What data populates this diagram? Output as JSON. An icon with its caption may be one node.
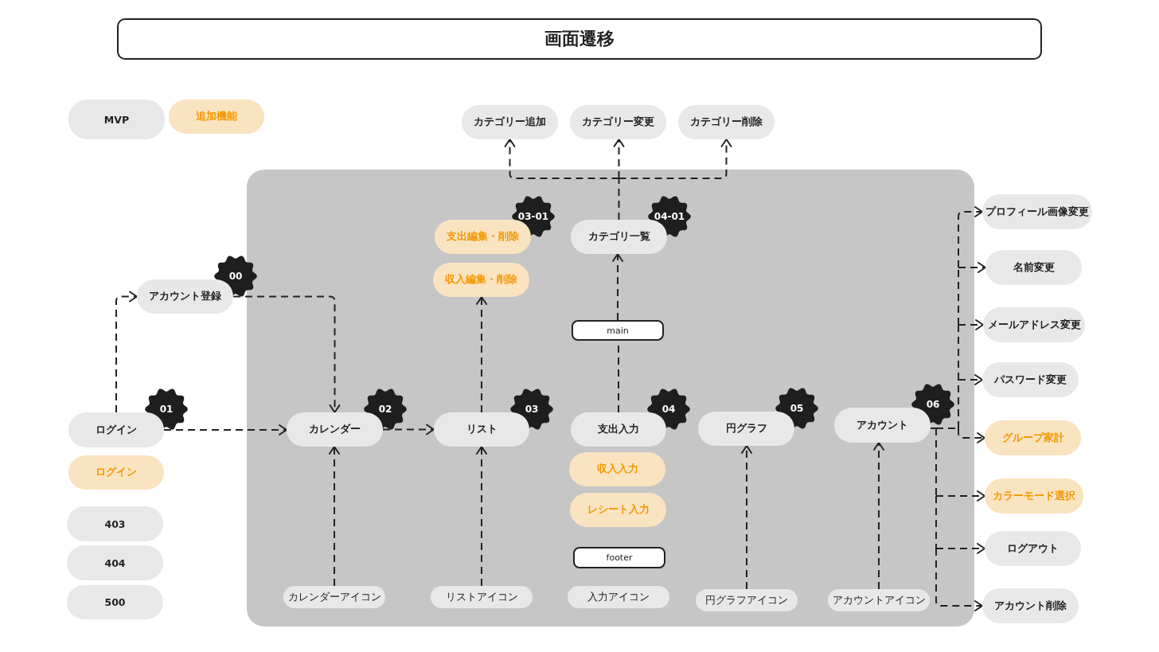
{
  "diagram": {
    "title": "画面遷移",
    "nodes": [
      {
        "text": [
          "カテゴリー追加"
        ]
      },
      {
        "text": [
          "カテゴリー変更"
        ]
      },
      {
        "text": [
          "カテゴリー削除"
        ]
      },
      {
        "text": [],
        "shape": "box"
      },
      {
        "text": [
          "プロフィール画像変更"
        ]
      },
      {
        "text": [
          "支出編集・削除"
        ],
        "in": 3,
        "beside": [
          "03-01"
        ]
      },
      {
        "text": [
          "カテゴリ一覧"
        ],
        "in": 3,
        "beside": [
          "04-01"
        ]
      },
      {
        "text": [
          "名前変更"
        ]
      },
      {
        "text": [
          "収入編集・削除"
        ],
        "in": 3
      },
      {
        "text": [
          "アカウント登録"
        ],
        "beside": [
          "00"
        ]
      },
      {
        "text": [
          "メールアドレス変更"
        ]
      },
      {
        "text": [
          "main"
        ],
        "in": 3
      },
      {
        "text": [
          "パスワード変更"
        ]
      },
      {
        "text": [
          "アカウント"
        ],
        "in": 3,
        "beside": [
          "06"
        ]
      },
      {
        "text": [
          "ログイン"
        ],
        "beside": [
          "01"
        ]
      },
      {
        "text": [
          "カレンダー"
        ],
        "in": 3,
        "beside": [
          "02"
        ]
      },
      {
        "text": [
          "リスト"
        ],
        "in": 3,
        "beside": [
          "03"
        ]
      },
      {
        "text": [
          "支出入力"
        ],
        "in": 3,
        "beside": [
          "04"
        ]
      },
      {
        "text": [
          "円グラフ"
        ],
        "in": 3,
        "beside": [
          "05"
        ]
      },
      {
        "text": [
          "グループ家計"
        ]
      },
      {
        "text": [
          "収入入力"
        ],
        "in": 3
      },
      {
        "text": [
          "ログイン"
        ]
      },
      {
        "text": [
          "カラーモード選択"
        ]
      },
      {
        "text": [
          "レシート入力"
        ],
        "in": 3
      },
      {
        "text": [
          "403"
        ]
      },
      {
        "text": [
          "ログアウト"
        ]
      },
      {
        "text": [
          "footer"
        ],
        "in": 3
      },
      {
        "text": [
          "404"
        ]
      },
      {
        "text": [
          "500"
        ]
      },
      {
        "text": [
          "カレンダーアイコン"
        ],
        "in": 3
      },
      {
        "text": [
          "リストアイコン"
        ],
        "in": 3
      },
      {
        "text": [
          "入力アイコン"
        ],
        "in": 3
      },
      {
        "text": [
          "アカウント削除"
        ]
      },
      {
        "text": [
          "円グラフアイコン"
        ],
        "in": 3
      },
      {
        "text": [
          "アカウントアイコン"
        ],
        "in": 3
      }
    ],
    "edges": [
      {
        "from": 14,
        "to": 9,
        "arrow": "to",
        "style": "dashed"
      },
      {
        "from": 9,
        "to": 15,
        "arrow": "to",
        "style": "dashed"
      },
      {
        "from": 14,
        "to": 15,
        "arrow": "to",
        "style": "dashed"
      },
      {
        "from": 15,
        "to": 16,
        "arrow": "to",
        "style": "dashed"
      },
      {
        "from": 16,
        "to": 8,
        "arrow": "to",
        "style": "dashed"
      },
      {
        "from": 17,
        "to": 11,
        "arrow": "none",
        "style": "dashed"
      },
      {
        "from": 11,
        "to": 6,
        "arrow": "to",
        "style": "dashed"
      },
      {
        "from": 6,
        "to": 0,
        "arrow": "to",
        "style": "dashed"
      },
      {
        "from": 6,
        "to": 1,
        "arrow": "to",
        "style": "dashed"
      },
      {
        "from": 6,
        "to": 2,
        "arrow": "to",
        "style": "dashed"
      },
      {
        "from": 29,
        "to": 15,
        "arrow": "to",
        "style": "dashed"
      },
      {
        "from": 30,
        "to": 16,
        "arrow": "to",
        "style": "dashed"
      },
      {
        "from": 33,
        "to": 18,
        "arrow": "to",
        "style": "dashed"
      },
      {
        "from": 34,
        "to": 13,
        "arrow": "to",
        "style": "dashed"
      },
      {
        "from": 13,
        "to": 4,
        "arrow": "to",
        "style": "dashed"
      },
      {
        "from": 13,
        "to": 7,
        "arrow": "to",
        "style": "dashed"
      },
      {
        "from": 13,
        "to": 10,
        "arrow": "to",
        "style": "dashed"
      },
      {
        "from": 13,
        "to": 12,
        "arrow": "to",
        "style": "dashed"
      },
      {
        "from": 13,
        "to": 19,
        "arrow": "to",
        "style": "dashed"
      },
      {
        "from": 13,
        "to": 22,
        "arrow": "to",
        "style": "dashed"
      },
      {
        "from": 13,
        "to": 25,
        "arrow": "to",
        "style": "dashed"
      },
      {
        "from": 13,
        "to": 32,
        "arrow": "to",
        "style": "dashed"
      }
    ],
    "legend": [
      {
        "text": "MVP",
        "color": "#e8e8e8"
      },
      {
        "text": "追加機能",
        "color": "#fae3c0"
      }
    ]
  }
}
